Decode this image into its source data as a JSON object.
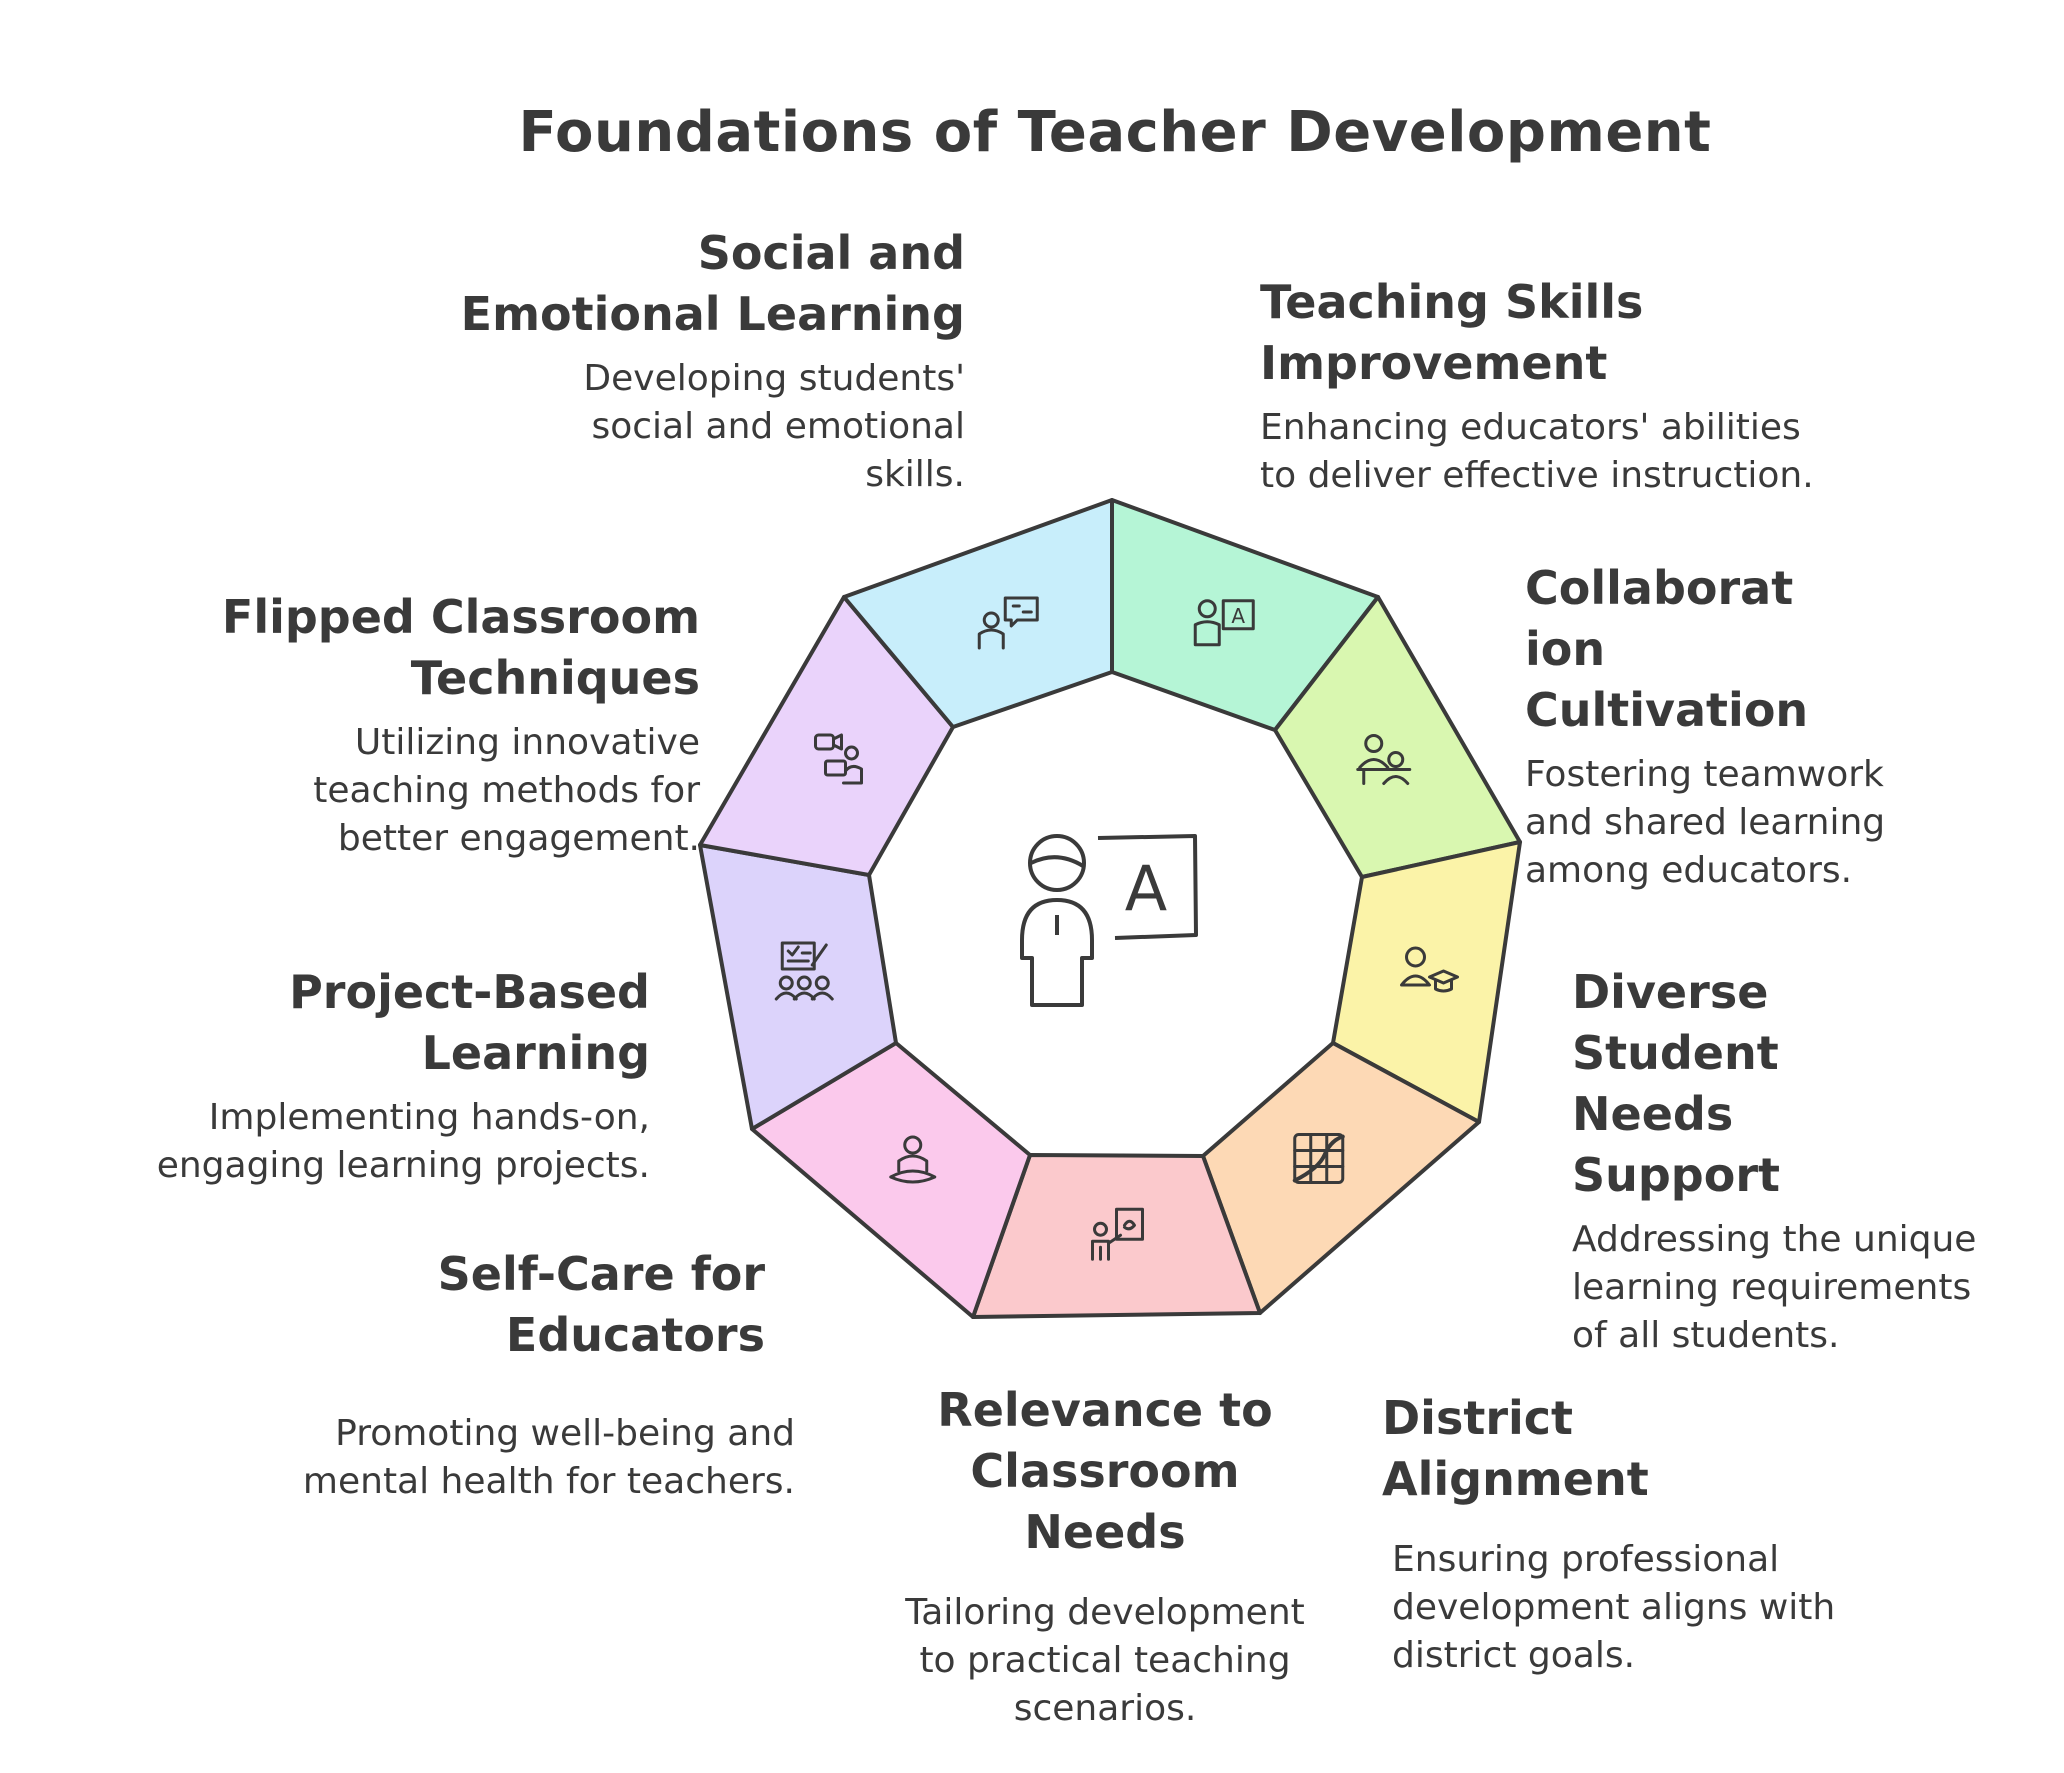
{
  "title": "Foundations of Teacher Development",
  "segments": [
    {
      "heading": "Teaching Skills\nImprovement",
      "description": "Enhancing educators' abilities\nto deliver effective instruction.",
      "icon": "teacher-board-icon",
      "color": "#b5f5d6"
    },
    {
      "heading": "Collaborat\nion\nCultivation",
      "description": "Fostering teamwork\nand shared learning\namong educators.",
      "icon": "collaboration-icon",
      "color": "#d9f7b0"
    },
    {
      "heading": "Diverse\nStudent\nNeeds\nSupport",
      "description": "Addressing the unique\nlearning requirements\nof all students.",
      "icon": "student-graduate-icon",
      "color": "#fbf3a8"
    },
    {
      "heading": "District\nAlignment",
      "description": "Ensuring professional\ndevelopment aligns with\ndistrict goals.",
      "icon": "map-grid-icon",
      "color": "#fdd9b5"
    },
    {
      "heading": "Relevance to\nClassroom\nNeeds",
      "description": "Tailoring development\nto practical teaching\nscenarios.",
      "icon": "presenter-board-icon",
      "color": "#fbc9cc"
    },
    {
      "heading": "Self-Care for\nEducators",
      "description": "Promoting well-being and\nmental health for teachers.",
      "icon": "meditation-icon",
      "color": "#fbc9ec"
    },
    {
      "heading": "Project-Based\nLearning",
      "description": "Implementing hands-on,\nengaging learning projects.",
      "icon": "group-checklist-icon",
      "color": "#dcd3fb"
    },
    {
      "heading": "Flipped Classroom\nTechniques",
      "description": "Utilizing innovative\nteaching methods for\nbetter engagement.",
      "icon": "video-learning-icon",
      "color": "#ead3fb"
    },
    {
      "heading": "Social and\nEmotional Learning",
      "description": "Developing students'\nsocial and emotional\nskills.",
      "icon": "speech-person-icon",
      "color": "#c8eefb"
    }
  ],
  "center_icon": "teacher-board-icon",
  "board_letter": "A",
  "small_board_letter": "A"
}
